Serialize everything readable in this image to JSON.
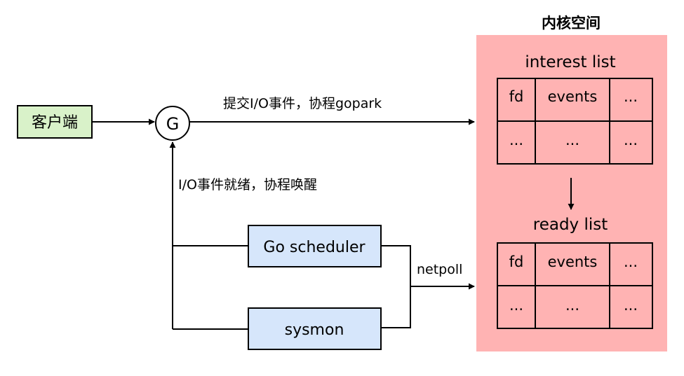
{
  "kernel": {
    "title": "内核空间",
    "fill_color": "#ffb3b3",
    "interest_list": {
      "title": "interest list",
      "rows": [
        [
          "fd",
          "events",
          "..."
        ],
        [
          "...",
          "...",
          "..."
        ]
      ]
    },
    "ready_list": {
      "title": "ready list",
      "rows": [
        [
          "fd",
          "events",
          "..."
        ],
        [
          "...",
          "...",
          "..."
        ]
      ]
    }
  },
  "client": {
    "label": "客户端",
    "fill_color": "#d9f2c9"
  },
  "goroutine": {
    "label": "G"
  },
  "scheduler": {
    "label": "Go scheduler",
    "fill_color": "#d6e6fb"
  },
  "sysmon": {
    "label": "sysmon",
    "fill_color": "#d6e6fb"
  },
  "edges": {
    "submit_label": "提交I/O事件，协程gopark",
    "ready_label": "I/O事件就绪，协程唤醒",
    "netpoll_label": "netpoll"
  }
}
